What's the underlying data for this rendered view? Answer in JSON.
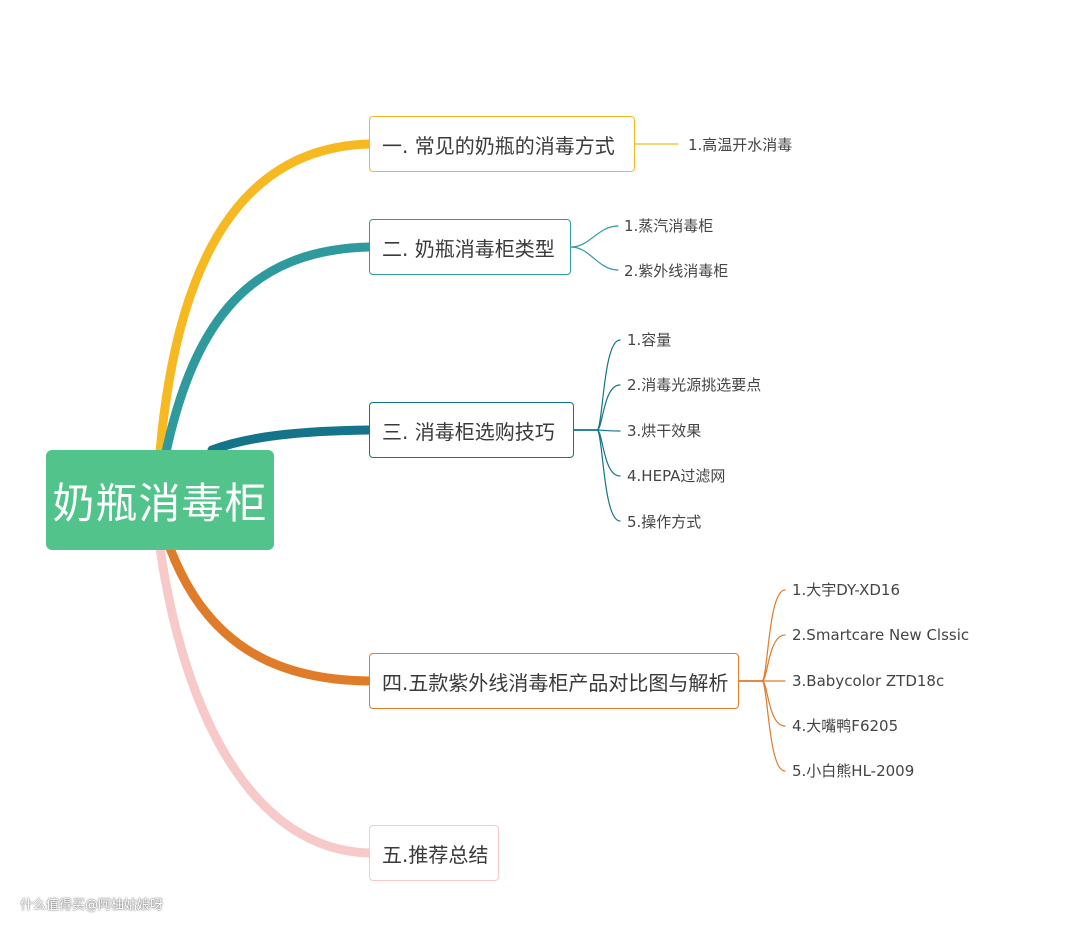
{
  "root": {
    "label": "奶瓶消毒柜",
    "color": "#52c48b"
  },
  "branches": [
    {
      "label": "一. 常见的奶瓶的消毒方式",
      "color": "#f6b922",
      "leaves": [
        "1.高温开水消毒"
      ]
    },
    {
      "label": "二. 奶瓶消毒柜类型",
      "color": "#2f9a9d",
      "leaves": [
        "1.蒸汽消毒柜",
        "2.紫外线消毒柜"
      ]
    },
    {
      "label": "三. 消毒柜选购技巧",
      "color": "#16748a",
      "leaves": [
        "1.容量",
        "2.消毒光源挑选要点",
        "3.烘干效果",
        "4.HEPA过滤网",
        "5.操作方式"
      ]
    },
    {
      "label": "四.五款紫外线消毒柜产品对比图与解析",
      "color": "#e07b2a",
      "leaves": [
        "1.大宇DY-XD16",
        "2.Smartcare New Clssic",
        "3.Babycolor ZTD18c",
        "4.大嘴鸭F6205",
        "5.小白熊HL-2009"
      ]
    },
    {
      "label": "五.推荐总结",
      "color": "#f8c9c9",
      "leaves": []
    }
  ],
  "watermark": "什么值得买@阿柚姑娘呀"
}
